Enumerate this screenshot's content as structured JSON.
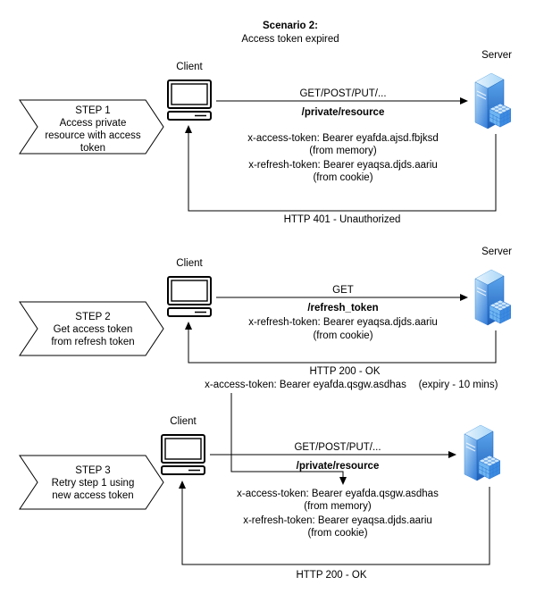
{
  "title": {
    "line1": "Scenario 2:",
    "line2": "Access token expired"
  },
  "steps": [
    {
      "label": [
        "STEP 1",
        "Access private",
        "resource with access",
        "token"
      ],
      "client_label": "Client",
      "server_label": "Server",
      "request_method": "GET/POST/PUT/...",
      "request_path": "/private/resource",
      "headers": [
        "x-access-token: Bearer eyafda.ajsd.fbjksd",
        "(from memory)",
        "x-refresh-token: Bearer eyaqsa.djds.aariu",
        "(from cookie)"
      ],
      "response": "HTTP 401 - Unauthorized"
    },
    {
      "label": [
        "STEP 2",
        "Get access token",
        "from refresh token"
      ],
      "client_label": "Client",
      "server_label": "Server",
      "request_method": "GET",
      "request_path": "/refresh_token",
      "headers": [
        "x-refresh-token: Bearer eyaqsa.djds.aariu",
        "(from cookie)"
      ],
      "response": "HTTP 200 - OK",
      "response_token": "x-access-token: Bearer eyafda.qsgw.asdhas",
      "response_expiry": "(expiry - 10 mins)"
    },
    {
      "label": [
        "STEP 3",
        "Retry step 1 using",
        "new access token"
      ],
      "client_label": "Client",
      "request_method": "GET/POST/PUT/...",
      "request_path": "/private/resource",
      "headers": [
        "x-access-token: Bearer eyafda.qsgw.asdhas",
        "(from memory)",
        "x-refresh-token: Bearer eyaqsa.djds.aariu",
        "(from cookie)"
      ],
      "response": "HTTP 200 - OK"
    }
  ],
  "colors": {
    "line": "#000000",
    "server_blue": "#2f7ad8",
    "server_light": "#9fd0f7"
  }
}
